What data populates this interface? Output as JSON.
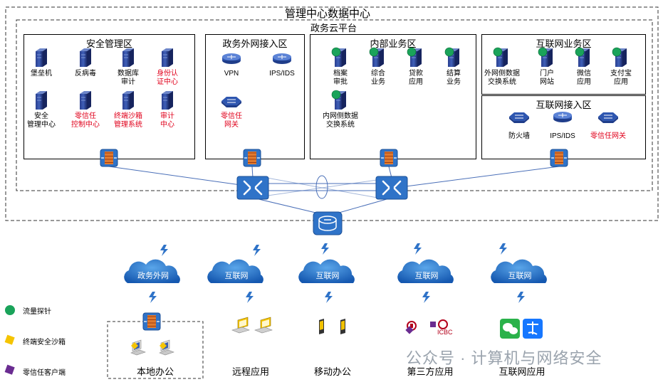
{
  "title_outer": "管理中心数据中心",
  "title_inner": "政务云平台",
  "zones": {
    "security": {
      "title": "安全管理区",
      "items": [
        {
          "label": "堡垒机",
          "red": false
        },
        {
          "label": "反病毒",
          "red": false
        },
        {
          "label": "数据库\n审计",
          "red": false
        },
        {
          "label": "身份认\n证中心",
          "red": true
        },
        {
          "label": "安全\n管理中心",
          "red": false
        },
        {
          "label": "零信任\n控制中心",
          "red": true
        },
        {
          "label": "终端沙箱\n管理系统",
          "red": true
        },
        {
          "label": "审计\n中心",
          "red": true
        }
      ]
    },
    "gov_access": {
      "title": "政务外网接入区",
      "items": [
        {
          "label": "VPN",
          "red": false
        },
        {
          "label": "IPS/IDS",
          "red": false
        },
        {
          "label": "零信任\n网关",
          "red": true
        }
      ]
    },
    "internal": {
      "title": "内部业务区",
      "items": [
        {
          "label": "档案\n审批",
          "red": false
        },
        {
          "label": "综合\n业务",
          "red": false
        },
        {
          "label": "贷款\n应用",
          "red": false
        },
        {
          "label": "结算\n业务",
          "red": false
        },
        {
          "label": "内网侧数据\n交换系统",
          "red": false
        }
      ]
    },
    "internet_biz": {
      "title": "互联网业务区",
      "items": [
        {
          "label": "外网侧数据\n交换系统",
          "red": false
        },
        {
          "label": "门户\n网站",
          "red": false
        },
        {
          "label": "微信\n应用",
          "red": false
        },
        {
          "label": "支付宝\n应用",
          "red": false
        }
      ]
    },
    "internet_access": {
      "title": "互联网接入区",
      "items": [
        {
          "label": "防火墙",
          "red": false
        },
        {
          "label": "IPS/IDS",
          "red": false
        },
        {
          "label": "零信任网关",
          "red": true
        }
      ]
    }
  },
  "clouds": [
    "政务外网",
    "互联网",
    "互联网",
    "互联网",
    "互联网"
  ],
  "bottom": [
    "本地办公",
    "远程应用",
    "移动办公",
    "第三方应用",
    "互联网应用"
  ],
  "legend": [
    {
      "label": "流量探针",
      "color": "#1aa35a",
      "icon": "circle-icon"
    },
    {
      "label": "终端安全沙箱",
      "color": "#f5c400",
      "icon": "diamond-icon"
    },
    {
      "label": "零信任客户端",
      "color": "#6a2c91",
      "icon": "diamond-icon"
    }
  ],
  "third_party_text": "ICBC",
  "watermark": "公众号 · 计算机与网络安全",
  "colors": {
    "device_blue": "#1f3d8a",
    "switch_blue": "#2f73c8",
    "cloud_blue": "#1f6fc9",
    "red": "#e0001b",
    "firewall": "#c0392b"
  }
}
